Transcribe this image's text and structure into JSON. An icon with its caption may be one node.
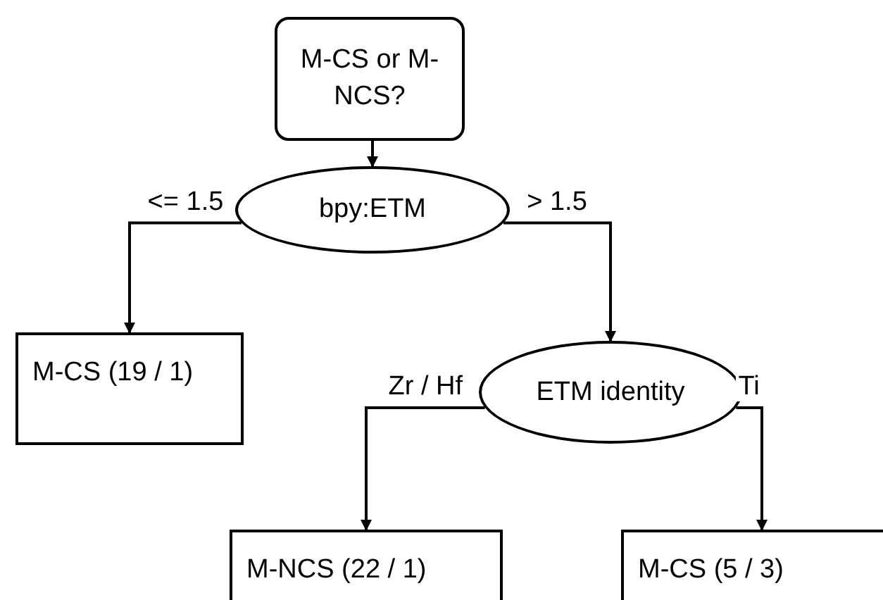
{
  "diagram": {
    "nodes": [
      {
        "text": [
          "M-CS or M-NCS?"
        ]
      },
      {
        "text": [
          "bpy:ETM"
        ]
      },
      {
        "text": [
          "M-CS (19 / 1)"
        ]
      },
      {
        "text": [
          "ETM identity"
        ]
      },
      {
        "text": [
          "M-NCS (22 / 1)"
        ]
      },
      {
        "text": [
          "M-CS (5 / 3)"
        ]
      }
    ],
    "edges": [
      {
        "from": 0,
        "to": 1,
        "arrow": "to"
      },
      {
        "from": 1,
        "to": 2,
        "arrow": "to",
        "label": "<= 1.5"
      },
      {
        "from": 1,
        "to": 3,
        "arrow": "to",
        "label": "> 1.5"
      },
      {
        "from": 3,
        "to": 4,
        "arrow": "to",
        "label": "Zr / Hf"
      },
      {
        "from": 3,
        "to": 5,
        "arrow": "to",
        "label": "Ti"
      }
    ]
  }
}
